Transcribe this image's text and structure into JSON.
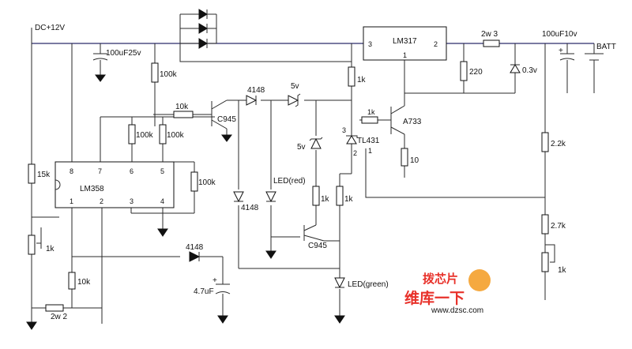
{
  "labels": {
    "dc_in": "DC+12V",
    "c_in": "100uF25v",
    "r_bias_top": "100k",
    "lm317": "LM317",
    "lm317_pin_in": "3",
    "lm317_pin_adj": "1",
    "lm317_pin_out": "2",
    "r_sense": "2w 3",
    "c_out": "100uF10v",
    "batt": "BATT",
    "r_220": "220",
    "d_03v": "0.3v",
    "r_1k_tl": "1k",
    "d_4148_a": "4148",
    "z_5v_a": "5v",
    "r_10k_base": "10k",
    "q1": "C945",
    "r_1k_a733": "1k",
    "q_a733": "A733",
    "tl431": "TL431",
    "tl_pin_3": "3",
    "tl_pin_2": "2",
    "tl_pin_1": "1",
    "r_10": "10",
    "z_5v_b": "5v",
    "r_100k_a": "100k",
    "r_100k_b": "100k",
    "r_100k_c": "100k",
    "r_15k": "15k",
    "lm358": "LM358",
    "pin8": "8",
    "pin7": "7",
    "pin6": "6",
    "pin5": "5",
    "pin1": "1",
    "pin2": "2",
    "pin3": "3",
    "pin4": "4",
    "d_4148_b": "4148",
    "led_red": "LED(red)",
    "r_1k_led": "1k",
    "r_1k_right": "1k",
    "q2": "C945",
    "r_2_2k": "2.2k",
    "r_2_7k": "2.7k",
    "pot_1k_right": "1k",
    "pot_1k_left": "1k",
    "d_4148_c": "4148",
    "r_10k_left": "10k",
    "c_47": "4.7uF",
    "plus_sign": "+",
    "plus_sign_b": "+",
    "led_green": "LED(green)",
    "r_2w2": "2w  2"
  },
  "watermark": {
    "brand_cn": "维库一下",
    "badge_cn": "拨芯片",
    "url": "www.dzsc.com"
  },
  "colors": {
    "wire": "#2a2a2a",
    "bus": "#2a2a6a",
    "watermark_red": "#e8312a",
    "watermark_orange": "#f39a1e"
  }
}
